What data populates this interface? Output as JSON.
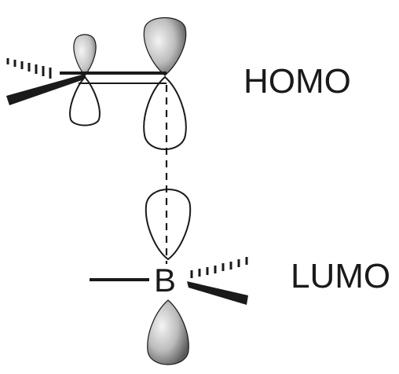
{
  "labels": {
    "homo": "HOMO",
    "lumo": "LUMO",
    "boron": "B"
  },
  "colors": {
    "ink": "#1a1a1a",
    "lobe_shade_light": "#f2f2f2",
    "lobe_shade_dark": "#6e6e6e",
    "background": "#ffffff"
  }
}
